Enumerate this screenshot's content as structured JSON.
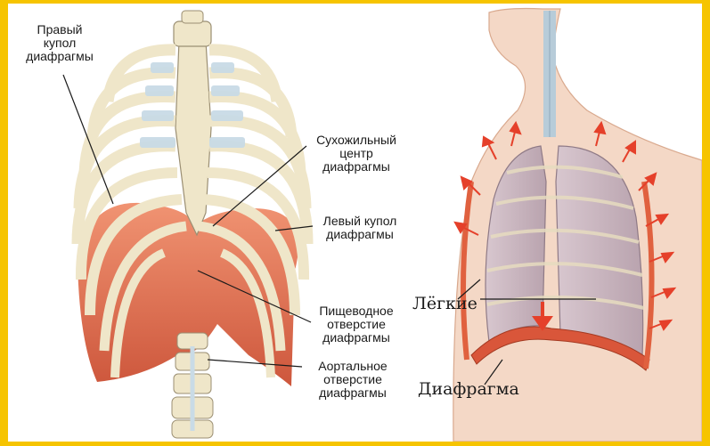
{
  "left_panel": {
    "labels": {
      "right_dome": "Правый\nкупол\nдиафрагмы",
      "tendon_center": "Сухожильный\nцентр\nдиафрагмы",
      "left_dome": "Левый купол\nдиафрагмы",
      "esophageal": "Пищеводное\nотверстие\nдиафрагмы",
      "aortic": "Аортальное\nотверстие\nдиафрагмы"
    }
  },
  "right_panel": {
    "labels": {
      "lungs": "Лёгкие",
      "diaphragm": "Диафрагма"
    }
  },
  "colors": {
    "frame": "#f6c400",
    "bone": "#efe6c9",
    "cartilage": "#c9dbe6",
    "muscle": "#e0613f",
    "lung": "#c8b7c0",
    "skin": "#f4d8c6",
    "arrow": "#e5402a"
  }
}
